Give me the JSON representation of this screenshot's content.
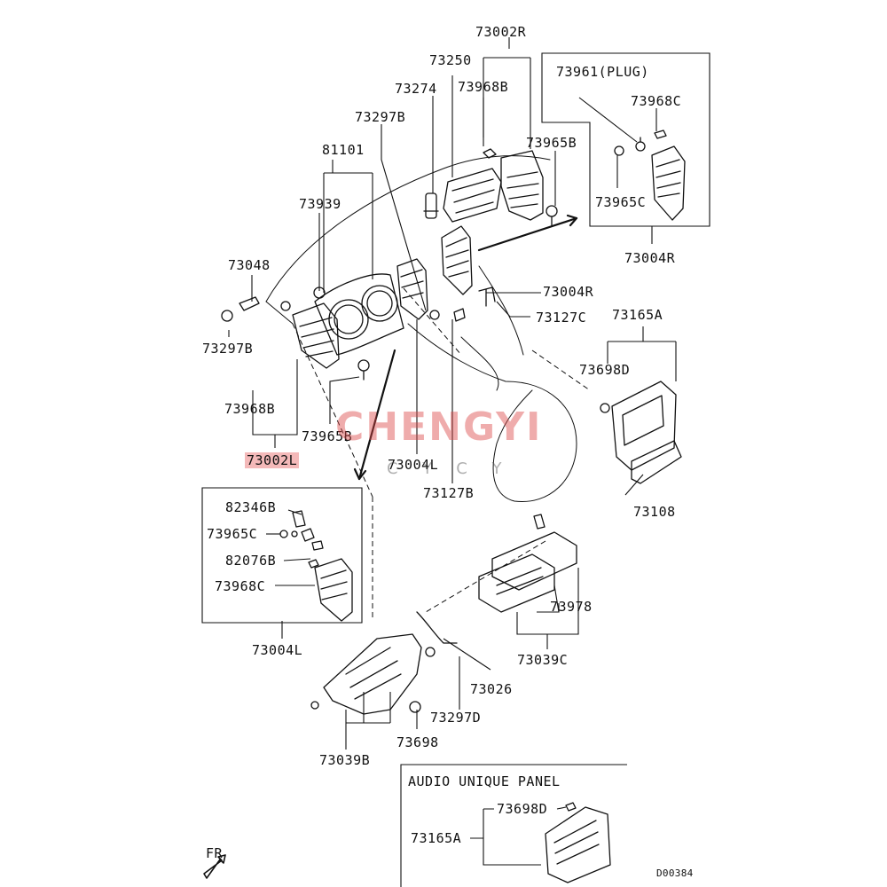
{
  "callouts": [
    {
      "id": "73002R",
      "text": "73002R"
    },
    {
      "id": "73250",
      "text": "73250"
    },
    {
      "id": "73274",
      "text": "73274"
    },
    {
      "id": "73968B_top",
      "text": "73968B"
    },
    {
      "id": "73297B_top",
      "text": "73297B"
    },
    {
      "id": "81101",
      "text": "81101"
    },
    {
      "id": "73965B_top",
      "text": "73965B"
    },
    {
      "id": "73939",
      "text": "73939"
    },
    {
      "id": "73048",
      "text": "73048"
    },
    {
      "id": "73297B_left",
      "text": "73297B"
    },
    {
      "id": "73968B_left",
      "text": "73968B"
    },
    {
      "id": "73965B_mid",
      "text": "73965B"
    },
    {
      "id": "73002L",
      "text": "73002L"
    },
    {
      "id": "73004L_mid",
      "text": "73004L"
    },
    {
      "id": "73127B",
      "text": "73127B"
    },
    {
      "id": "73004R_mid",
      "text": "73004R"
    },
    {
      "id": "73127C",
      "text": "73127C"
    },
    {
      "id": "73961_plug",
      "text": "73961(PLUG)"
    },
    {
      "id": "73968C_r",
      "text": "73968C"
    },
    {
      "id": "73965C_r",
      "text": "73965C"
    },
    {
      "id": "73004R_box",
      "text": "73004R"
    },
    {
      "id": "73165A_r",
      "text": "73165A"
    },
    {
      "id": "73698D_r",
      "text": "73698D"
    },
    {
      "id": "73108",
      "text": "73108"
    },
    {
      "id": "82346B",
      "text": "82346B"
    },
    {
      "id": "73965C_l",
      "text": "73965C"
    },
    {
      "id": "82076B",
      "text": "82076B"
    },
    {
      "id": "73968C_l",
      "text": "73968C"
    },
    {
      "id": "73004L_box",
      "text": "73004L"
    },
    {
      "id": "73978",
      "text": "73978"
    },
    {
      "id": "73039C",
      "text": "73039C"
    },
    {
      "id": "73026",
      "text": "73026"
    },
    {
      "id": "73297D",
      "text": "73297D"
    },
    {
      "id": "73698",
      "text": "73698"
    },
    {
      "id": "73039B",
      "text": "73039B"
    },
    {
      "id": "audio_title",
      "text": "AUDIO UNIQUE PANEL"
    },
    {
      "id": "73698D_a",
      "text": "73698D"
    },
    {
      "id": "73165A_a",
      "text": "73165A"
    },
    {
      "id": "fr",
      "text": "FR"
    },
    {
      "id": "code",
      "text": "D00384"
    }
  ],
  "watermark": {
    "main": "CHENGYI",
    "sub": "CYCY"
  },
  "highlight_color": "#f4b9b9",
  "watermark_color": "#dc4646"
}
